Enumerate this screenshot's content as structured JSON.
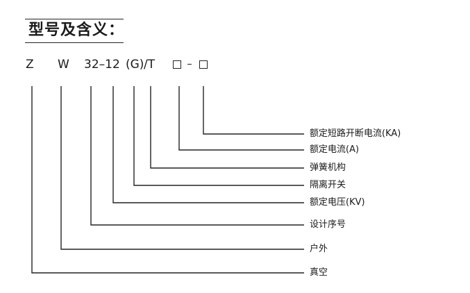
{
  "title": "型号及含义：",
  "model": {
    "z": "Z",
    "w": "W",
    "number": "32–12",
    "g": "(G)",
    "slash_t": "/T",
    "hyphen": "–"
  },
  "labels": [
    "额定短路开断电流(KA)",
    "额定电流(A)",
    "弹簧机构",
    "隔离开关",
    "额定电压(KV)",
    "设计序号",
    "户外",
    "真空"
  ]
}
